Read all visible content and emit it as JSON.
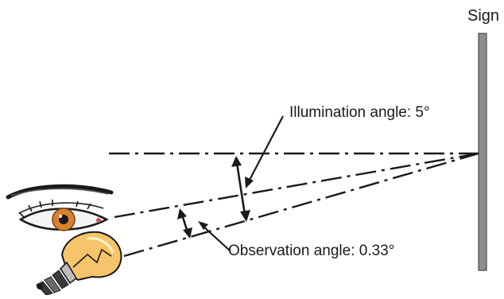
{
  "diagram": {
    "sign_label": "Sign",
    "illumination_label": "Illumination angle: 5°",
    "observation_label": "Observation angle: 0.33°",
    "illumination_angle_deg": 5,
    "observation_angle_deg": 0.33,
    "icons": [
      "eye-icon",
      "light-bulb-icon"
    ],
    "colors": {
      "sign": "#8e8e8e",
      "line": "#1a1a1a",
      "iris": "#d9822b",
      "bulb_glass": "#f6c46a",
      "bulb_base": "#3a3a3a"
    }
  }
}
